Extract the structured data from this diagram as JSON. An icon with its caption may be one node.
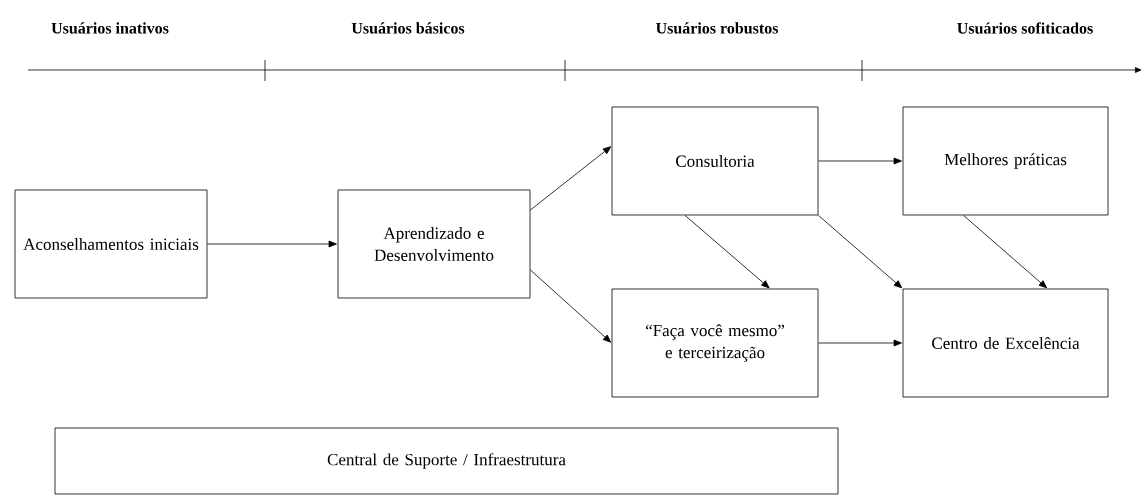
{
  "diagram": {
    "nodes": [
      {
        "text": [
          "Aconselhamentos iniciais"
        ]
      },
      {
        "text": [
          "Aprendizado e Desenvolvimento"
        ]
      },
      {
        "text": [
          "Consultoria"
        ]
      },
      {
        "text": [
          "Melhores práticas"
        ]
      },
      {
        "text": [
          "“Faça você mesmo” e terceirização"
        ]
      },
      {
        "text": [
          "Centro de Excelência"
        ]
      },
      {
        "text": [
          "Central de Suporte / Infraestrutura"
        ]
      }
    ],
    "edges": [
      {
        "from": 0,
        "to": 1,
        "arrow": "to"
      },
      {
        "from": 1,
        "to": 2,
        "arrow": "to"
      },
      {
        "from": 1,
        "to": 4,
        "arrow": "to"
      },
      {
        "from": 2,
        "to": 3,
        "arrow": "to"
      },
      {
        "from": 2,
        "to": 4,
        "arrow": "to"
      },
      {
        "from": 2,
        "to": 5,
        "arrow": "to"
      },
      {
        "from": 3,
        "to": 5,
        "arrow": "to"
      },
      {
        "from": 4,
        "to": 5,
        "arrow": "to"
      }
    ],
    "labels": [
      "Usuários inativos",
      "Usuários básicos",
      "Usuários robustos",
      "Usuários sofiticados"
    ]
  }
}
